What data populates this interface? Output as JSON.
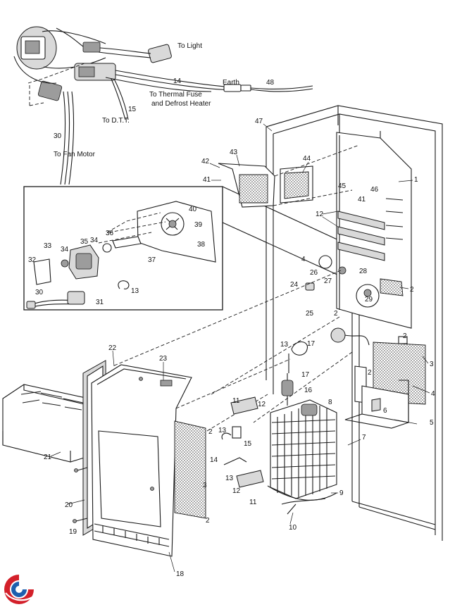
{
  "wire_labels": {
    "to_light": "To Light",
    "earth": "Earth",
    "to_thermal_fuse_line1": "To Thermal Fuse",
    "to_thermal_fuse_line2": "and Defrost Heater",
    "to_dtt": "To D.T.T.",
    "to_fan_motor": "To Fan Motor"
  },
  "callouts": {
    "c1": "1",
    "c2": "2",
    "c3": "3",
    "c4": "4",
    "c5": "5",
    "c6": "6",
    "c7": "7",
    "c8": "8",
    "c9": "9",
    "c10": "10",
    "c11": "11",
    "c12": "12",
    "c13": "13",
    "c14": "14",
    "c15": "15",
    "c16": "16",
    "c17": "17",
    "c18": "18",
    "c19": "19",
    "c20": "20",
    "c21": "21",
    "c22": "22",
    "c23": "23",
    "c24": "24",
    "c25": "25",
    "c26": "26",
    "c27": "27",
    "c28": "28",
    "c29": "29",
    "c30": "30",
    "c31": "31",
    "c32": "32",
    "c33": "33",
    "c34": "34",
    "c35": "35",
    "c36": "36",
    "c37": "37",
    "c38": "38",
    "c39": "39",
    "c40": "40",
    "c41": "41",
    "c42": "42",
    "c43": "43",
    "c44": "44",
    "c45": "45",
    "c46": "46",
    "c47": "47",
    "c48": "48"
  },
  "logo_icon": "brand-swirl-icon",
  "colors": {
    "logo_red": "#d3202a",
    "logo_blue": "#1d5fae",
    "line": "#1a1a1a"
  }
}
